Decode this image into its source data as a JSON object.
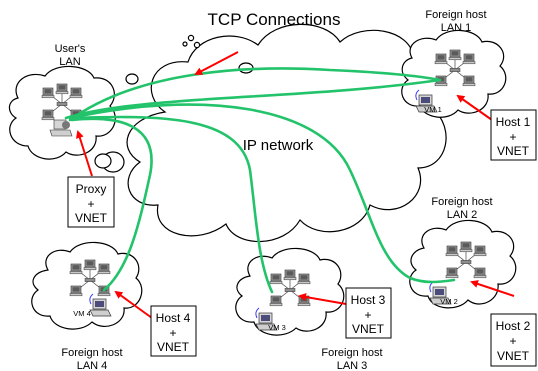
{
  "title": "TCP Connections",
  "center_label": "IP network",
  "users_lan": {
    "line1": "User's",
    "line2": "LAN"
  },
  "foreign_lans": [
    {
      "id": "lan1",
      "line1": "Foreign host",
      "line2": "LAN 1"
    },
    {
      "id": "lan2",
      "line1": "Foreign host",
      "line2": "LAN 2"
    },
    {
      "id": "lan3",
      "line1": "Foreign host",
      "line2": "LAN 3"
    },
    {
      "id": "lan4",
      "line1": "Foreign host",
      "line2": "LAN 4"
    }
  ],
  "vm_labels": [
    "VM 1",
    "VM 2",
    "VM 3",
    "VM 4"
  ],
  "boxes": {
    "proxy": [
      "Proxy",
      "+",
      "VNET"
    ],
    "host1": [
      "Host 1",
      "+",
      "VNET"
    ],
    "host2": [
      "Host 2",
      "+",
      "VNET"
    ],
    "host3": [
      "Host 3",
      "+",
      "VNET"
    ],
    "host4": [
      "Host 4",
      "+",
      "VNET"
    ]
  },
  "colors": {
    "connection": "#22c36a",
    "arrow": "#ff0000",
    "outline": "#000000"
  }
}
